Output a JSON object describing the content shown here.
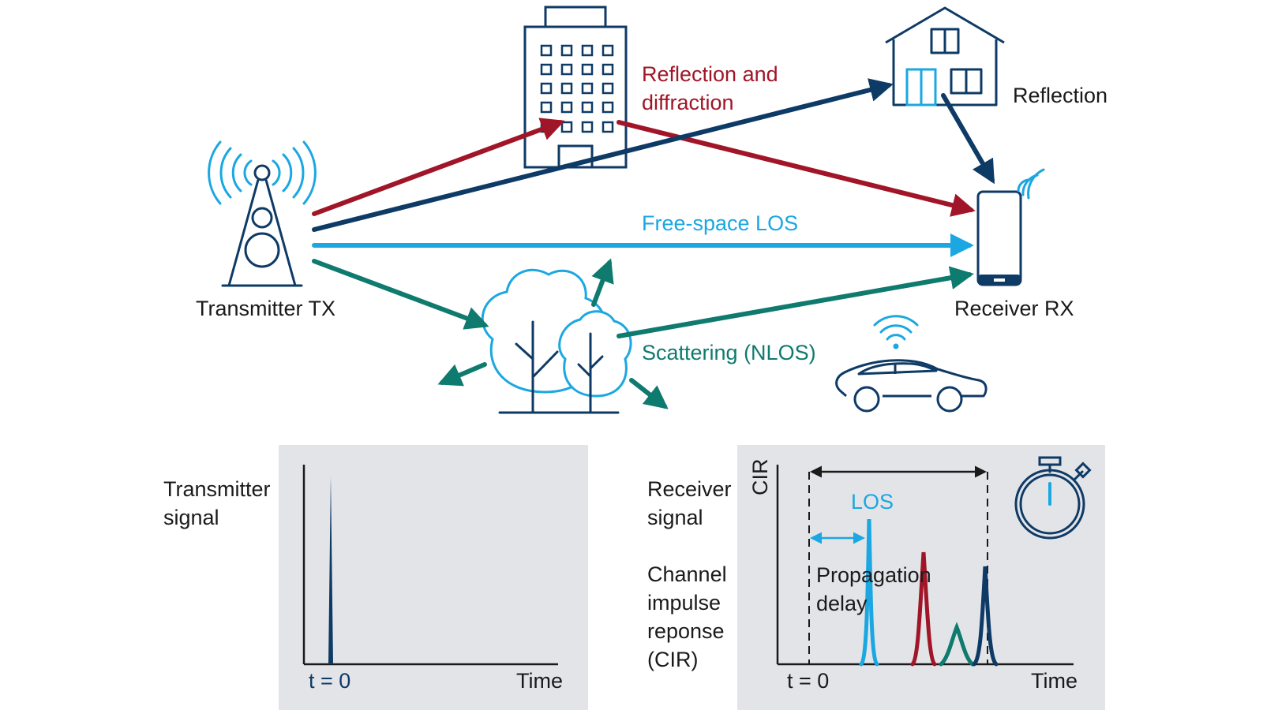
{
  "colors": {
    "los": "#1aa7e2",
    "reflection_diffraction": "#a01628",
    "reflection": "#0e3a66",
    "scattering": "#0f7a6e",
    "outline": "#0e3a66",
    "panel_bg": "#e3e4e8",
    "text": "#1a1a1a"
  },
  "icons": [
    "cell-tower-icon",
    "office-building-icon",
    "house-icon",
    "smartphone-icon",
    "trees-icon",
    "car-icon",
    "wifi-icon",
    "stopwatch-icon"
  ],
  "scene": {
    "transmitter_label": "Transmitter TX",
    "receiver_label": "Receiver RX",
    "paths": {
      "reflection_diffraction_line1": "Reflection and",
      "reflection_diffraction_line2": "diffraction",
      "reflection": "Reflection",
      "los": "Free-space LOS",
      "scattering": "Scattering (NLOS)"
    }
  },
  "tx_panel": {
    "label_line1": "Transmitter",
    "label_line2": "signal",
    "t0": "t = 0",
    "time": "Time"
  },
  "rx_panel": {
    "label_signal_line1": "Receiver",
    "label_signal_line2": "signal",
    "label_cir_line1": "Channel",
    "label_cir_line2": "impulse",
    "label_cir_line3": "reponse",
    "label_cir_line4": "(CIR)",
    "y_axis": "CIR",
    "los": "LOS",
    "delay_line1": "Propagation",
    "delay_line2": "delay",
    "t0": "t = 0",
    "time": "Time"
  }
}
